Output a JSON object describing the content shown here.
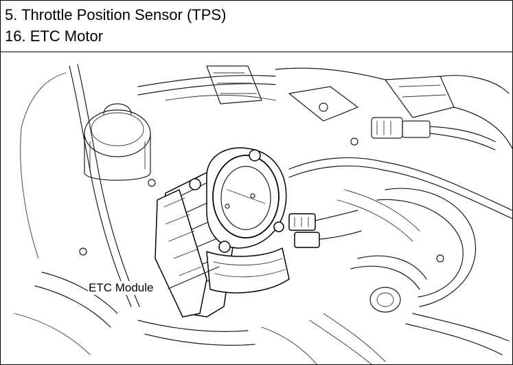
{
  "legend": {
    "item_tps": "5. Throttle Position Sensor (TPS)",
    "item_etc_motor": "16. ETC Motor"
  },
  "figure": {
    "callout_etc_module": "ETC Module"
  }
}
